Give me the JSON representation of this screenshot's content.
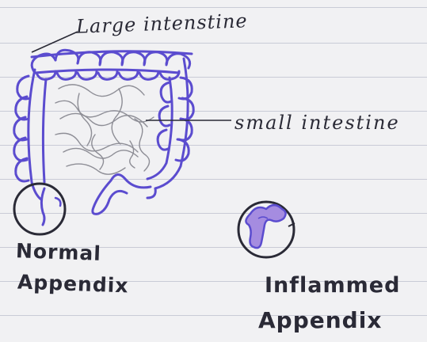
{
  "labels": {
    "large_intestine": "Large intenstine",
    "small_intestine": "small intestine",
    "normal_appendix_line1": "Normal",
    "normal_appendix_line2": "Appendix",
    "inflamed_appendix_line1": "Inflammed",
    "inflamed_appendix_line2": "Appendix"
  },
  "colors": {
    "ink_blue": "#5b4ccf",
    "ink_dark": "#2a2a36",
    "pencil": "#8e8e96",
    "paper": "#f1f1f3",
    "rule_line": "#c9cbd6"
  }
}
